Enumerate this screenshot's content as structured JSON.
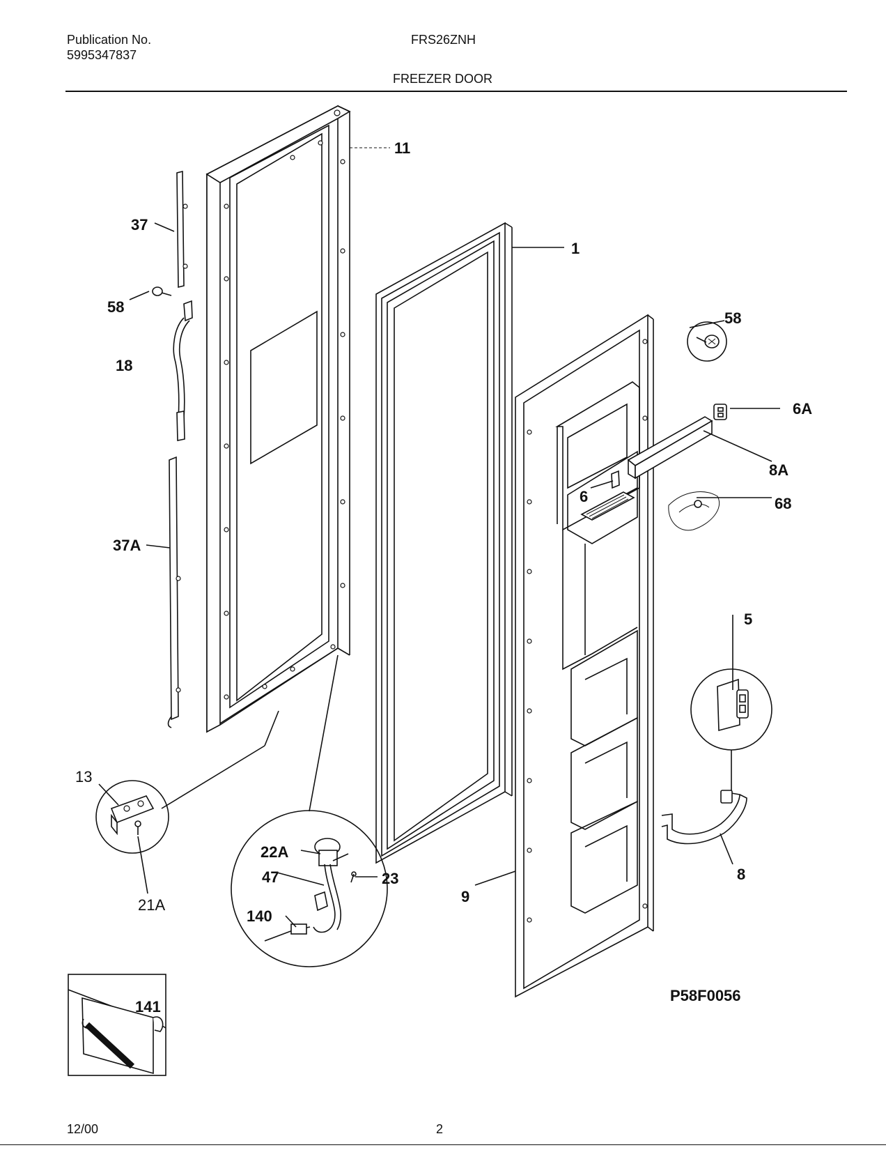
{
  "header": {
    "publication_label": "Publication No.",
    "publication_number": "5995347837",
    "model": "FRS26ZNH",
    "section_title": "FREEZER DOOR"
  },
  "callouts": {
    "c11": "11",
    "c37": "37",
    "c58_left": "58",
    "c18": "18",
    "c37A": "37A",
    "c1": "1",
    "c58_right": "58",
    "c6A": "6A",
    "c8A": "8A",
    "c6": "6",
    "c68": "68",
    "c5": "5",
    "c8": "8",
    "c9": "9",
    "c13": "13",
    "c21A": "21A",
    "c22A": "22A",
    "c47": "47",
    "c23": "23",
    "c140": "140",
    "c141": "141"
  },
  "drawing_code": "P58F0056",
  "footer": {
    "date": "12/00",
    "page": "2"
  }
}
